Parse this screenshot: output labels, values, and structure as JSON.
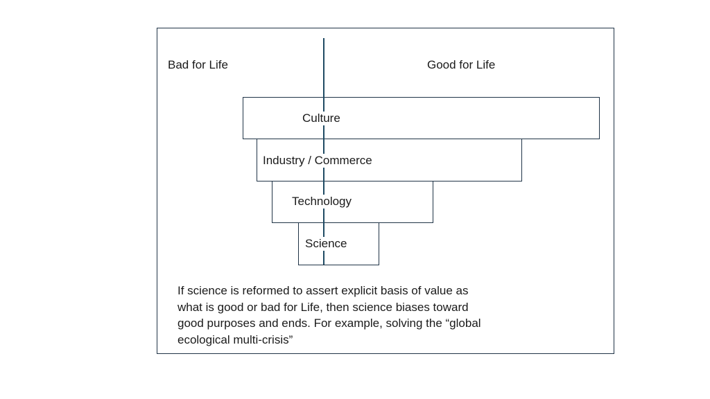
{
  "diagram": {
    "left_label": "Bad for Life",
    "right_label": "Good for Life",
    "tiers": [
      {
        "label": "Culture"
      },
      {
        "label": "Industry / Commerce"
      },
      {
        "label": "Technology"
      },
      {
        "label": "Science"
      }
    ],
    "caption_lines": [
      "If science is reformed to assert explicit basis of value as",
      "what is good or bad for Life, then science biases toward",
      "good purposes and ends. For example, solving the “global",
      "ecological multi-crisis”"
    ],
    "colors": {
      "border": "#1f3346",
      "divider": "#1f4a63",
      "text": "#1a1a1a"
    }
  }
}
